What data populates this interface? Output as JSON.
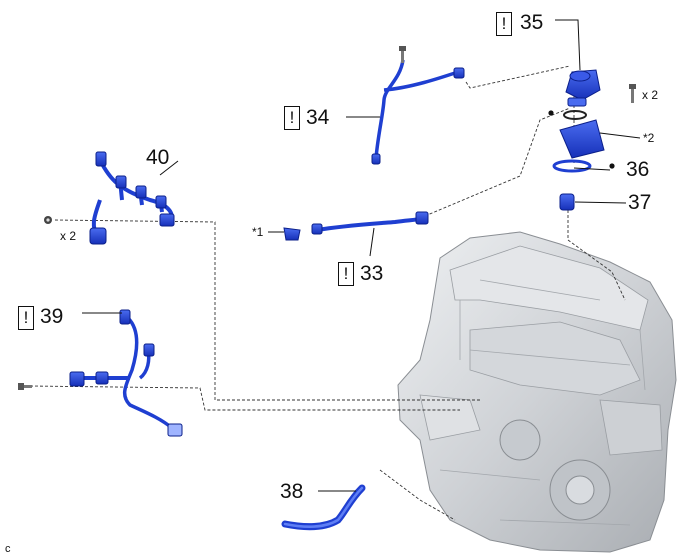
{
  "callouts": {
    "c33": "33",
    "c34": "34",
    "c35": "35",
    "c36": "36",
    "c37": "37",
    "c38": "38",
    "c39": "39",
    "c40": "40"
  },
  "notes": {
    "caution_mark": "!",
    "x2_left": "x 2",
    "x2_right": "x 2",
    "ref1": "*1",
    "ref2": "*2",
    "corner": "c"
  },
  "colors": {
    "part_blue": "#1f3fd1",
    "part_dark": "#0b1f8a",
    "engine_gray": "#c9ccd0",
    "leader": "#111111"
  }
}
